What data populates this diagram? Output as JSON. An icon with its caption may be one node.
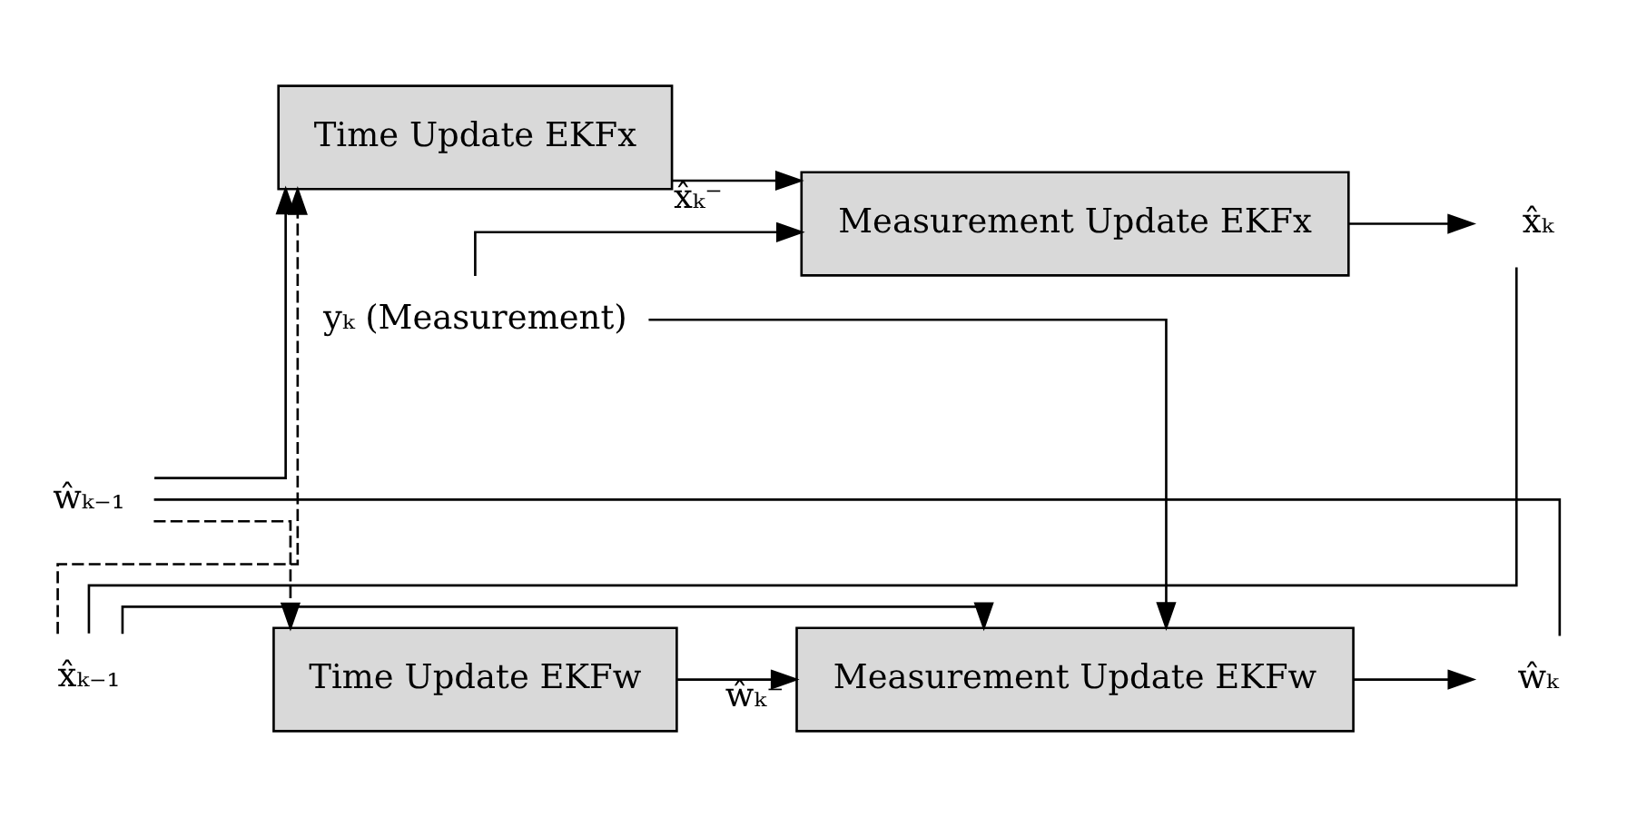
{
  "diagram": {
    "nodes": [
      {
        "text": [
          "Time Update EKFx"
        ]
      },
      {
        "text": [
          "Measurement Update EKFx"
        ]
      },
      {
        "text": [
          "Time Update EKFw"
        ]
      },
      {
        "text": [
          "Measurement Update EKFw"
        ]
      },
      {
        "text": [
          "x̂ₖ₋₁"
        ]
      },
      {
        "text": [
          "x̂ₖ"
        ]
      },
      {
        "text": [
          "ŵₖ₋₁"
        ]
      },
      {
        "text": [
          "ŵₖ"
        ]
      },
      {
        "text": [
          "yₖ (Measurement)"
        ]
      }
    ],
    "edges": [
      {
        "from": 4,
        "to": 0,
        "arrow": "to",
        "style": "dashed"
      },
      {
        "from": 0,
        "to": 1,
        "arrow": "to",
        "label": "x̂ₖ⁻"
      },
      {
        "from": 1,
        "to": 5,
        "arrow": "to"
      },
      {
        "from": 5,
        "to": 4,
        "arrow": "none"
      },
      {
        "from": 6,
        "to": 2,
        "arrow": "to",
        "style": "dashed"
      },
      {
        "from": 2,
        "to": 3,
        "arrow": "to",
        "label": "ŵₖ⁻"
      },
      {
        "from": 3,
        "to": 7,
        "arrow": "to"
      },
      {
        "from": 7,
        "to": 6,
        "arrow": "none"
      },
      {
        "from": 4,
        "to": 3,
        "arrow": "to"
      },
      {
        "from": 6,
        "to": 0,
        "arrow": "to"
      },
      {
        "from": 8,
        "to": 1,
        "arrow": "to"
      },
      {
        "from": 8,
        "to": 3,
        "arrow": "to"
      }
    ]
  }
}
